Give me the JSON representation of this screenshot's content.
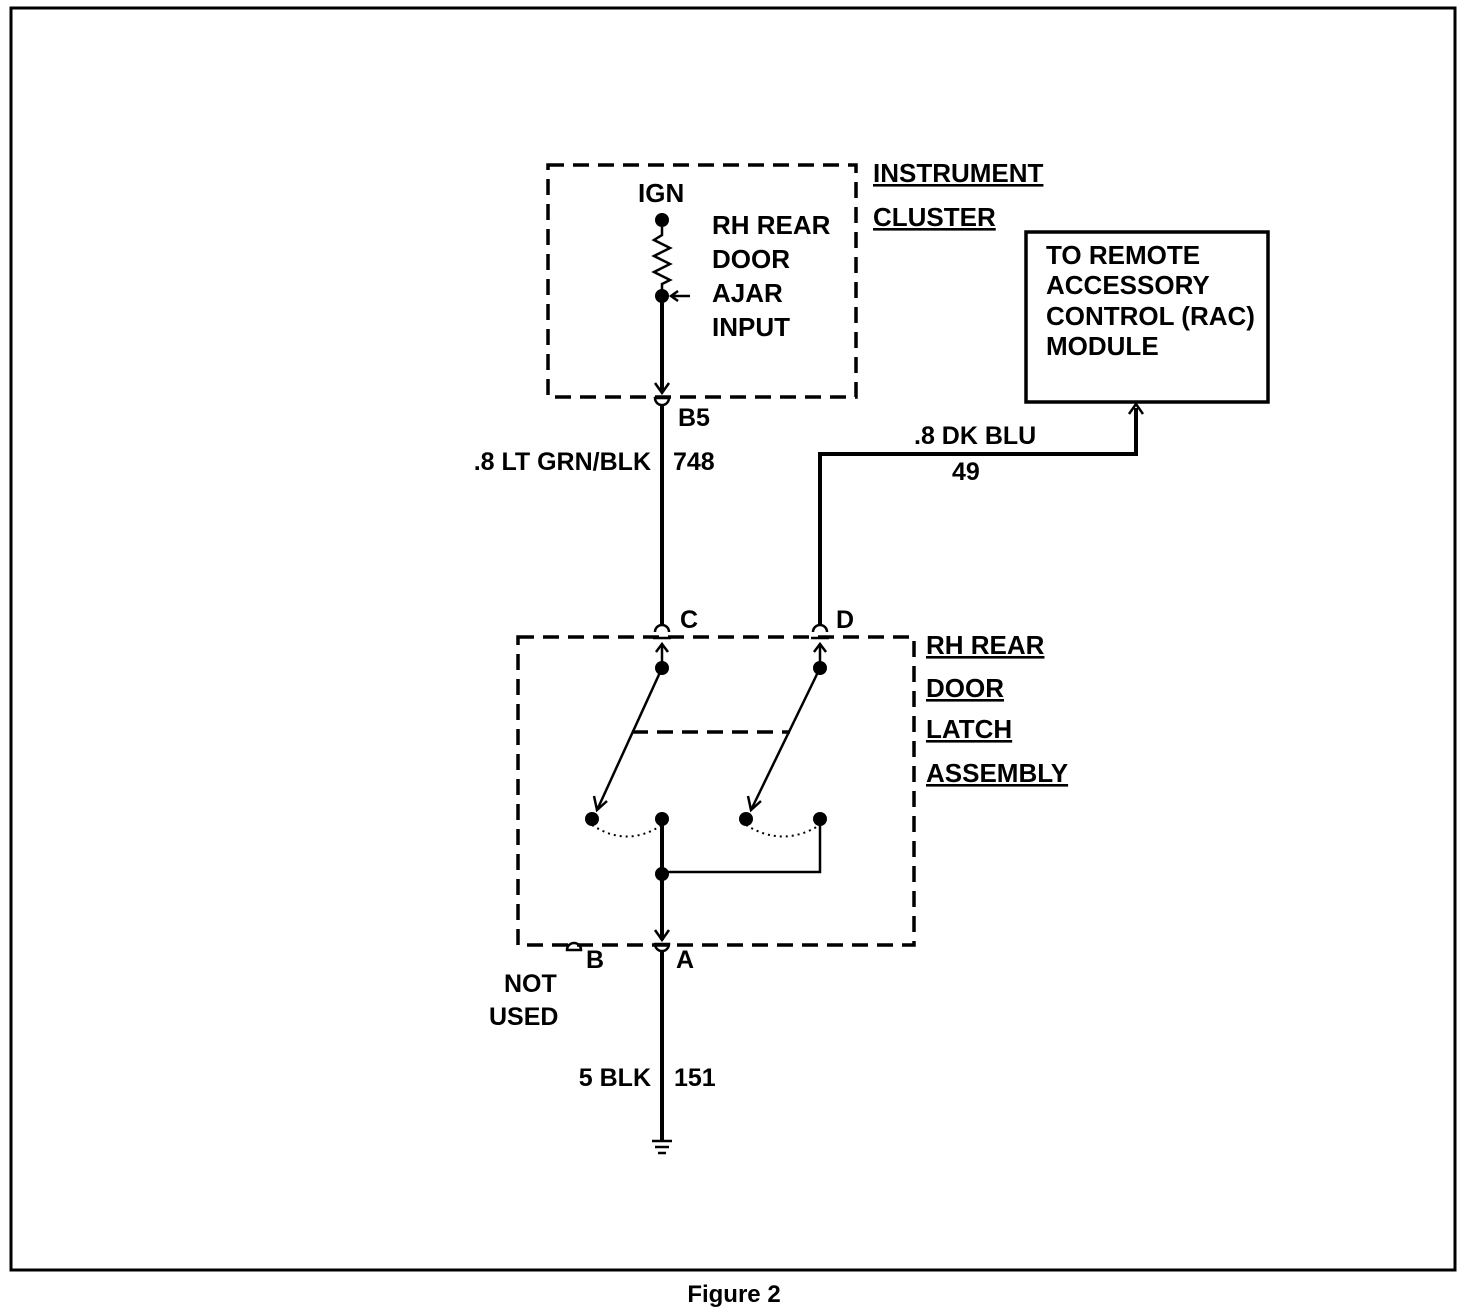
{
  "diagram": {
    "instrument_cluster": {
      "label_line1": "INSTRUMENT",
      "label_line2": "CLUSTER",
      "ign_label": "IGN",
      "input_lines": [
        "RH REAR",
        "DOOR",
        "AJAR",
        "INPUT"
      ]
    },
    "rac_module": {
      "lines": [
        "TO REMOTE",
        "ACCESSORY",
        "CONTROL (RAC)",
        "MODULE"
      ]
    },
    "latch_assembly": {
      "lines": [
        "RH REAR",
        "DOOR",
        "LATCH",
        "ASSEMBLY"
      ]
    },
    "connectors": {
      "b5": "B5",
      "c": "C",
      "d": "D",
      "b": "B",
      "a": "A"
    },
    "not_used": [
      "NOT",
      "USED"
    ],
    "wires": {
      "lt_grn_blk": {
        "label": ".8 LT GRN/BLK",
        "circuit": "748"
      },
      "dk_blu": {
        "label": ".8 DK BLU",
        "circuit": "49"
      },
      "blk": {
        "label": "5 BLK",
        "circuit": "151"
      }
    },
    "caption": "Figure 2"
  }
}
